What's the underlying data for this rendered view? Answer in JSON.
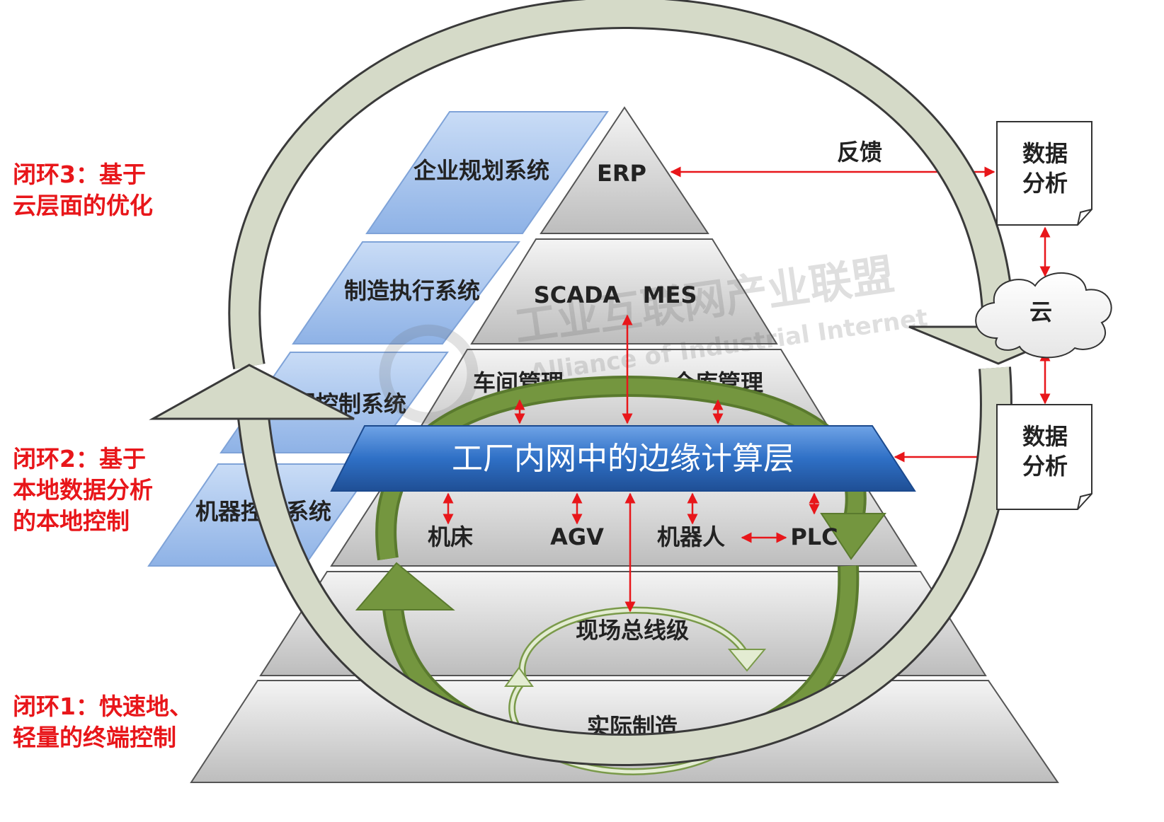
{
  "loops": {
    "loop3": [
      "闭环3：基于",
      "云层面的优化"
    ],
    "loop2": [
      "闭环2：基于",
      "本地数据分析",
      "的本地控制"
    ],
    "loop1": [
      "闭环1：快速地、",
      "轻量的终端控制"
    ]
  },
  "systems": {
    "enterprise": "企业规划系统",
    "execution": "制造执行系统",
    "control": "过程控制系统",
    "machine": "机器控制系统"
  },
  "pyramid": {
    "erp": "ERP",
    "scada": "SCADA",
    "mes": "MES",
    "workshop": "车间管理",
    "warehouse": "仓库管理",
    "machine_tool": "机床",
    "agv": "AGV",
    "robot": "机器人",
    "plc": "PLC",
    "fieldbus": "现场总线级",
    "manufacturing": "实际制造"
  },
  "edge_layer": "工厂内网中的边缘计算层",
  "right": {
    "feedback": "反馈",
    "analysis_top": [
      "数据",
      "分析"
    ],
    "cloud": "云",
    "analysis_bottom": [
      "数据",
      "分析"
    ]
  },
  "watermark": {
    "cn": "工业互联网产业联盟",
    "en": "Alliance of Industrial Internet"
  },
  "colors": {
    "accent_red": "#e8161a",
    "edge_blue": "#2e6fc4",
    "system_blue": "#a9c6ef",
    "arrow_green": "#6f8d3c",
    "big_arrow": "#d7dccb"
  }
}
